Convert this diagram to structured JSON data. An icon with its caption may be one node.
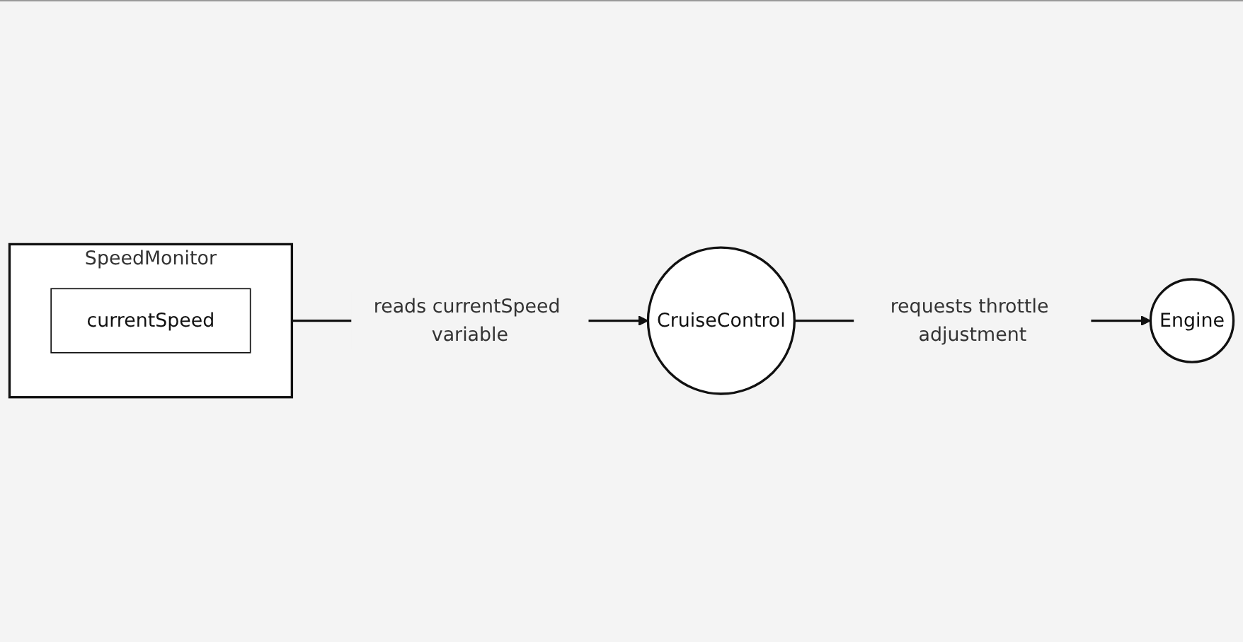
{
  "diagram": {
    "nodes": [
      {
        "text": [
          "SpeedMonitor"
        ]
      },
      {
        "text": [
          "currentSpeed"
        ],
        "in": 0
      },
      {
        "text": [
          "CruiseControl"
        ]
      },
      {
        "text": [
          "Engine"
        ]
      }
    ],
    "edges": [
      {
        "from": 0,
        "to": 2,
        "arrow": "to",
        "label": "reads currentSpeed variable"
      },
      {
        "from": 2,
        "to": 3,
        "arrow": "to",
        "label": "requests throttle adjustment"
      }
    ]
  }
}
